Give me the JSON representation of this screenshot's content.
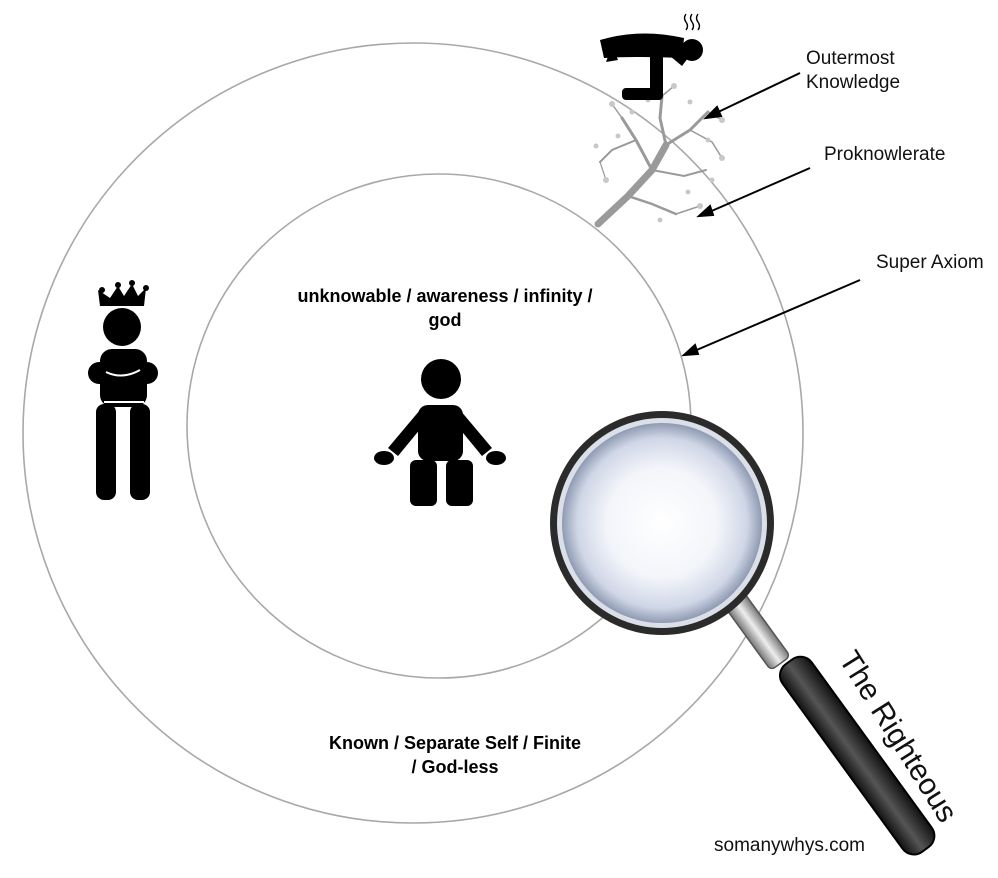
{
  "labels": {
    "outermost_line1": "Outermost",
    "outermost_line2": "Knowledge",
    "proknowlerate": "Proknowlerate",
    "super_axiom": "Super Axiom",
    "inner_line1": "unknowable / awareness / infinity /",
    "inner_line2": "god",
    "outer_line1": "Known / Separate Self / Finite",
    "outer_line2": "/ God-less",
    "righteous": "The Righteous",
    "website": "somanywhys.com"
  },
  "icons": [
    "crown-icon",
    "king-figure-icon",
    "kneeling-figure-icon",
    "bowing-figure-icon",
    "steam-icon",
    "tree-icon",
    "magnifying-glass-icon",
    "lightbox-icon"
  ],
  "colors": {
    "circle_stroke": "#a8a8a8",
    "figure": "#000000",
    "arrow": "#000000",
    "text": "#111111"
  }
}
